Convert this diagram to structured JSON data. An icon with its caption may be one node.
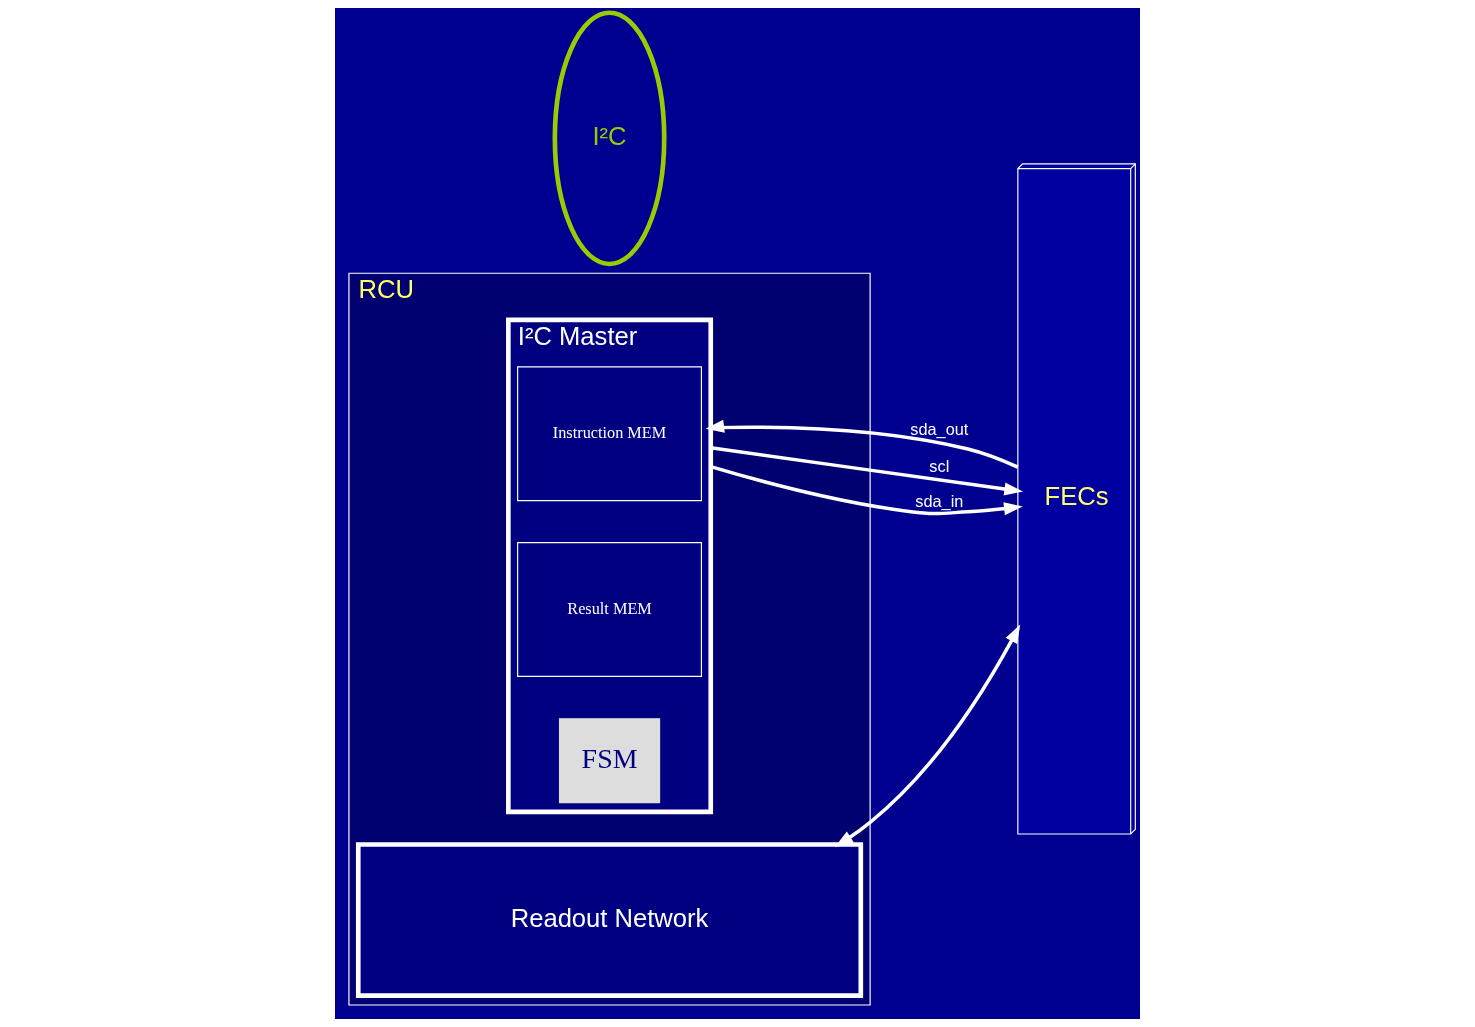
{
  "diagram": {
    "nodes": [
      {
        "text": [
          "RCU"
        ]
      },
      {
        "text": [
          "I²C Master"
        ],
        "in": 0
      },
      {
        "text": [
          "Instruction MEM"
        ],
        "in": 1
      },
      {
        "text": [
          "Result MEM"
        ],
        "in": 1
      },
      {
        "text": [
          "FSM"
        ],
        "in": 1
      },
      {
        "text": [
          "Readout Network"
        ],
        "in": 0
      },
      {
        "text": [
          "FECs"
        ]
      },
      {
        "text": [
          "I²C"
        ]
      }
    ],
    "edges": [
      {
        "from": 1,
        "to": 6,
        "arrow": "to",
        "label": "scl"
      },
      {
        "from": 1,
        "to": 6,
        "arrow": "to",
        "label": "sda_in"
      },
      {
        "from": 6,
        "to": 1,
        "arrow": "to",
        "label": "sda_out"
      },
      {
        "from": 5,
        "to": 6,
        "arrow": "both"
      }
    ]
  }
}
